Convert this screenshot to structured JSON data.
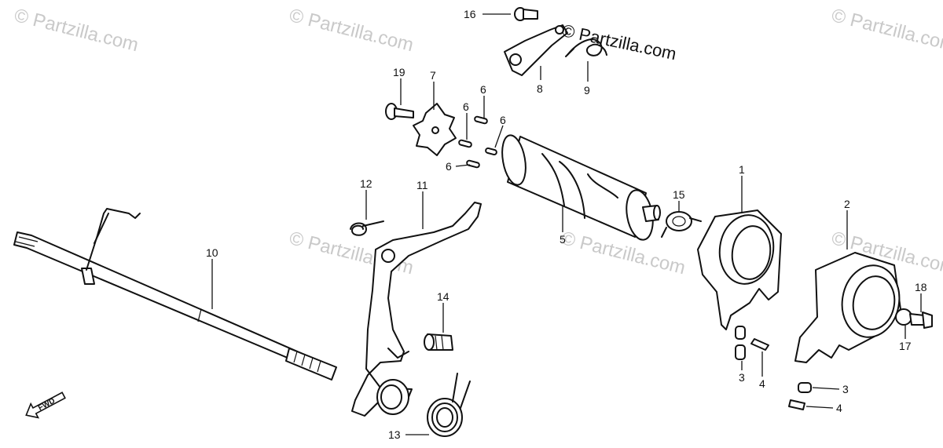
{
  "watermarks": [
    "© Partzilla.com",
    "© Partzilla.com",
    "© Partzilla.com",
    "© Partzilla.com",
    "© Partzilla.com",
    "© Partzilla.com"
  ],
  "credit": "© Partzilla.com",
  "fwd_label": "FWD",
  "callouts": {
    "c16": "16",
    "c8": "8",
    "c9": "9",
    "c19": "19",
    "c7": "7",
    "c6a": "6",
    "c6b": "6",
    "c6c": "6",
    "c6d": "6",
    "c12": "12",
    "c11": "11",
    "c15": "15",
    "c1": "1",
    "c2": "2",
    "c10": "10",
    "c5": "5",
    "c14": "14",
    "c18": "18",
    "c17": "17",
    "c3a": "3",
    "c4a": "4",
    "c3b": "3",
    "c4b": "4",
    "c13": "13"
  }
}
